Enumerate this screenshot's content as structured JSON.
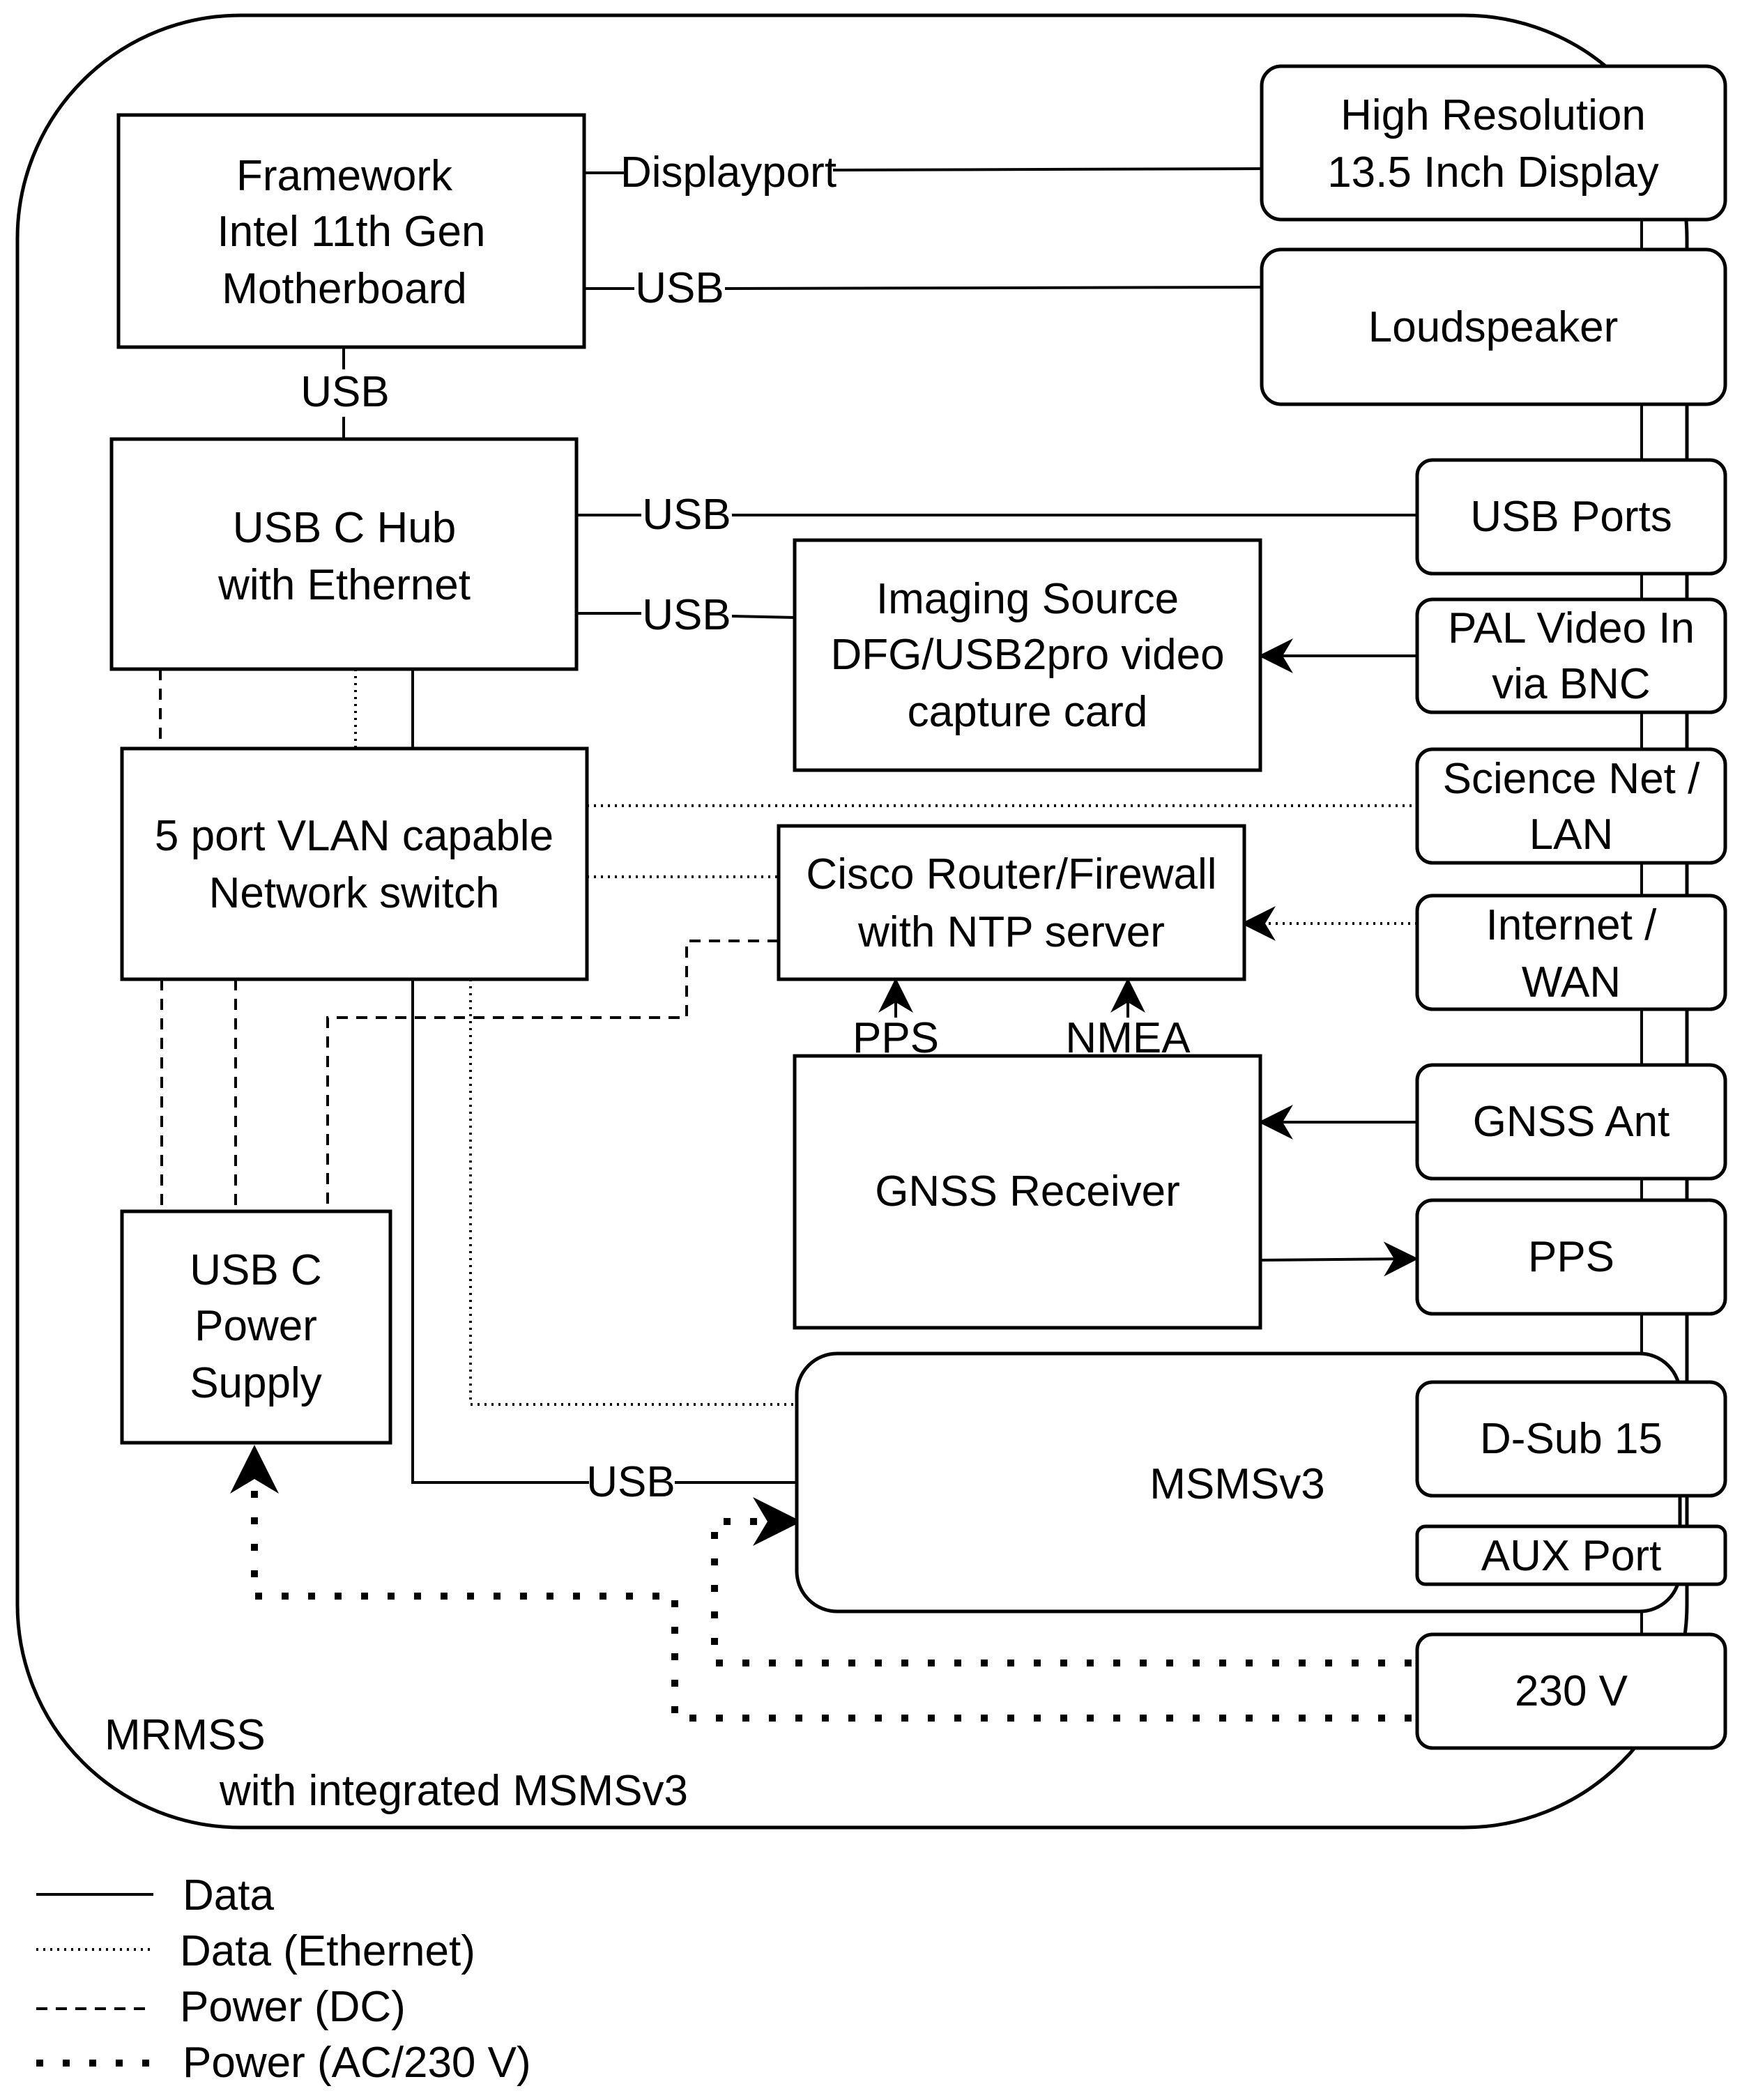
{
  "enclosure": {
    "title": "MRMSS",
    "subtitle": "with integrated MSMSv3"
  },
  "nodes": {
    "motherboard": [
      "Framework",
      "Intel 11th Gen",
      "Motherboard"
    ],
    "display": [
      "High Resolution",
      "13.5 Inch Display"
    ],
    "loudspeaker": [
      "Loudspeaker"
    ],
    "usb_hub": [
      "USB C Hub",
      "with Ethernet"
    ],
    "usb_ports": [
      "USB Ports"
    ],
    "capture_card": [
      "Imaging Source",
      "DFG/USB2pro video",
      "capture card"
    ],
    "pal_video": [
      "PAL Video In",
      "via BNC"
    ],
    "switch": [
      "5 port VLAN capable",
      "Network switch"
    ],
    "science_net": [
      "Science Net /",
      "LAN"
    ],
    "router": [
      "Cisco Router/Firewall",
      "with NTP server"
    ],
    "internet": [
      "Internet /",
      "WAN"
    ],
    "gnss_receiver": [
      "GNSS Receiver"
    ],
    "gnss_ant": [
      "GNSS Ant"
    ],
    "pps_port": [
      "PPS"
    ],
    "power_supply": [
      "USB C",
      "Power",
      "Supply"
    ],
    "msms": [
      "MSMSv3"
    ],
    "dsub": [
      "D-Sub 15"
    ],
    "aux": [
      "AUX Port"
    ],
    "mains": [
      "230 V"
    ]
  },
  "edge_labels": {
    "displayport": "Displayport",
    "usb_speaker": "USB",
    "usb_mb_hub": "USB",
    "usb_hub_ports": "USB",
    "usb_hub_capture": "USB",
    "pps": "PPS",
    "nmea": "NMEA",
    "usb_msms": "USB"
  },
  "legend": {
    "data": "Data",
    "ethernet": "Data (Ethernet)",
    "dc": "Power (DC)",
    "ac": "Power (AC/230 V)"
  }
}
